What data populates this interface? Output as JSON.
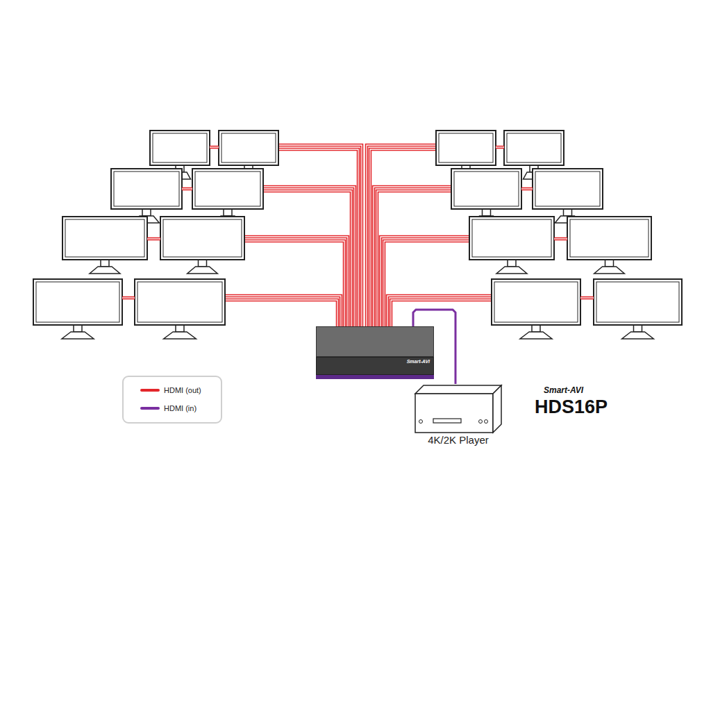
{
  "diagram": {
    "nodes": [
      {
        "text": [
          "Smart-AVI"
        ]
      },
      {
        "text": [
          "4K/2K Player"
        ]
      }
    ],
    "edges": [
      {
        "from": 1,
        "to": 0,
        "arrow": "none"
      }
    ],
    "labels": [
      "Smart-AVI",
      "HDS16P"
    ],
    "legend": [
      {
        "text": "HDMI (out)",
        "color": "#e3262b"
      },
      {
        "text": "HDMI (in)",
        "color": "#7a2fa0"
      }
    ]
  }
}
